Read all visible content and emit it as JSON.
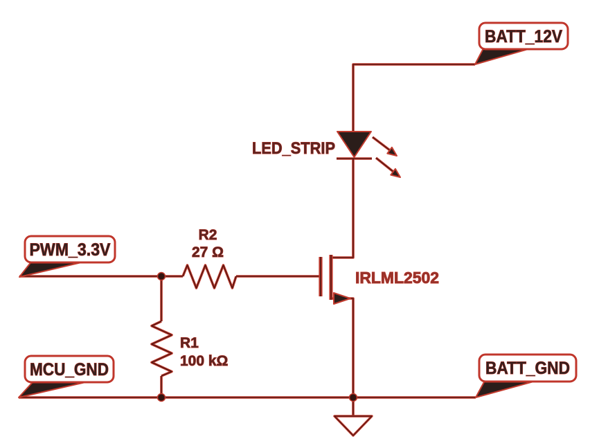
{
  "figure": {
    "type": "circuit-schematic",
    "background": "#ffffff"
  },
  "colors": {
    "wire": "#c23b2e",
    "wire_core": "#4a1410",
    "filled_shapes": "#2b1d1a",
    "flag_border": "#c0362b",
    "flag_text": "#38201e",
    "label_text": "#5f2420",
    "part_text": "#98322a"
  },
  "net_flags": [
    {
      "id": "batt-12v",
      "label": "BATT_12V"
    },
    {
      "id": "pwm-3v3",
      "label": "PWM_3.3V"
    },
    {
      "id": "mcu-gnd",
      "label": "MCU_GND"
    },
    {
      "id": "batt-gnd",
      "label": "BATT_GND"
    }
  ],
  "components": {
    "led": {
      "label": "LED_STRIP"
    },
    "r2": {
      "ref": "R2",
      "value": "27 Ω"
    },
    "r1": {
      "ref": "R1",
      "value": "100 kΩ"
    },
    "mosfet": {
      "part": "IRLML2502"
    }
  }
}
